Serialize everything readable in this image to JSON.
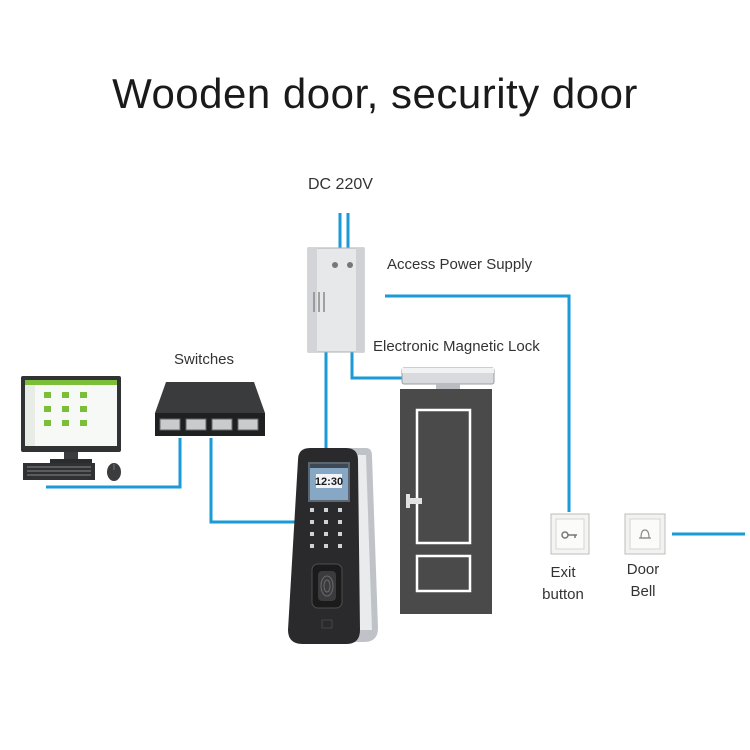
{
  "title": "Wooden door, security door",
  "clock": "12:30",
  "labels": {
    "dc": "DC 220V",
    "power_supply": "Access Power Supply",
    "lock": "Electronic Magnetic Lock",
    "switches": "Switches",
    "exit_line1": "Exit",
    "exit_line2": "button",
    "bell_line1": "Door",
    "bell_line2": "Bell"
  },
  "colors": {
    "wire": "#1a9ad6",
    "door": "#4a4a4a",
    "panel": "#2c2c2c",
    "device_silver": "#c9ccd0",
    "screen_green": "#7cbd3a"
  }
}
